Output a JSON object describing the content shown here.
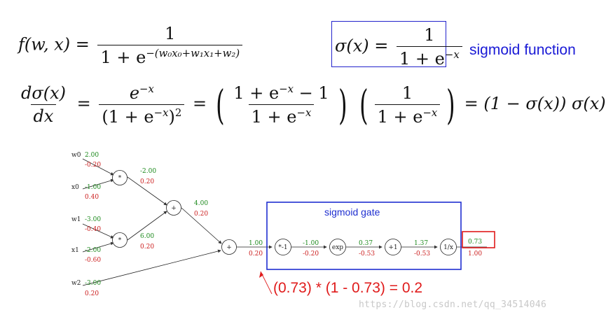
{
  "equations": {
    "f_lhs": "f(w, x) =",
    "f_num": "1",
    "f_den_base": "1 + e",
    "f_den_exp": "−(w₀x₀+w₁x₁+w₂)",
    "sigma_lhs": "σ(x) =",
    "sigma_num": "1",
    "sigma_den_base": "1 + e",
    "sigma_den_exp": "−x",
    "sigmoid_label": "sigmoid function",
    "deriv_num": "dσ(x)",
    "deriv_den": "dx",
    "deriv_eq1": "=",
    "term1_num_base": "e",
    "term1_num_exp": "−x",
    "term1_den": "(1 + e",
    "term1_den_exp": "−x",
    "term1_den_tail": ")",
    "term1_den_sq": "2",
    "deriv_eq2": "=",
    "term2_num": "1 + e",
    "term2_num_exp": "−x",
    "term2_num_tail": " − 1",
    "term2_den": "1 + e",
    "term2_den_exp": "−x",
    "term3_num": "1",
    "term3_den": "1 + e",
    "term3_den_exp": "−x",
    "deriv_eq3": "=",
    "result": "(1 − σ(x)) σ(x)"
  },
  "graph": {
    "gate_label": "sigmoid gate",
    "inputs": [
      {
        "name": "w0",
        "value": "2.00",
        "grad": "-0.20"
      },
      {
        "name": "x0",
        "value": "-1.00",
        "grad": "0.40"
      },
      {
        "name": "w1",
        "value": "-3.00",
        "grad": "-0.40"
      },
      {
        "name": "x1",
        "value": "-2.00",
        "grad": "-0.60"
      },
      {
        "name": "w2",
        "value": "-3.00",
        "grad": "0.20"
      }
    ],
    "nodes": [
      {
        "op": "*",
        "out_value": "-2.00",
        "out_grad": "0.20"
      },
      {
        "op": "*",
        "out_value": "6.00",
        "out_grad": "0.20"
      },
      {
        "op": "+",
        "out_value": "4.00",
        "out_grad": "0.20"
      },
      {
        "op": "+",
        "out_value": "1.00",
        "out_grad": "0.20"
      },
      {
        "op": "*-1",
        "out_value": "-1.00",
        "out_grad": "-0.20"
      },
      {
        "op": "exp",
        "out_value": "0.37",
        "out_grad": "-0.53"
      },
      {
        "op": "+1",
        "out_value": "1.37",
        "out_grad": "-0.53"
      },
      {
        "op": "1/x",
        "out_value": "0.73",
        "out_grad": "1.00"
      }
    ],
    "annotation": "(0.73) * (1 - 0.73) = 0.2",
    "colors": {
      "forward": "#1d8a1d",
      "backward": "#cc1f1f",
      "gate_box": "#1f2fd0",
      "output_box": "#e01b1b"
    }
  },
  "watermark": "https://blog.csdn.net/qq_34514046"
}
